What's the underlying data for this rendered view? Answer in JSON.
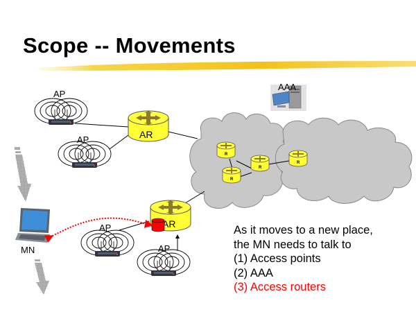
{
  "slide": {
    "title": "Scope -- Movements",
    "accent_colors": {
      "underline": "#f5c518",
      "router_fill": "#ffff33",
      "cloud_fill": "#c8c8c8",
      "highlight": "#ff0000"
    }
  },
  "diagram": {
    "labels": {
      "ap": "AP",
      "access_router": "AR",
      "core_router": "R",
      "aaa": "AAA",
      "mobile_node": "MN"
    },
    "access_points": [
      {
        "id": "ap-1",
        "label": "AP"
      },
      {
        "id": "ap-2",
        "label": "AP"
      },
      {
        "id": "ap-3",
        "label": "AP"
      },
      {
        "id": "ap-4",
        "label": "AP"
      }
    ],
    "access_routers": [
      {
        "id": "ar-1",
        "label": "AR"
      },
      {
        "id": "ar-2",
        "label": "AR",
        "highlighted": true
      }
    ],
    "core_routers": [
      {
        "id": "r-1",
        "label": "R"
      },
      {
        "id": "r-2",
        "label": "R"
      },
      {
        "id": "r-3",
        "label": "R"
      },
      {
        "id": "r-4",
        "label": "R"
      }
    ],
    "clouds": 2,
    "movement_arrows": 2
  },
  "caption": {
    "lines": [
      "As it moves to a new place,",
      "the MN needs to talk to",
      "(1) Access points",
      "(2) AAA"
    ],
    "highlight_line": "(3) Access routers"
  }
}
